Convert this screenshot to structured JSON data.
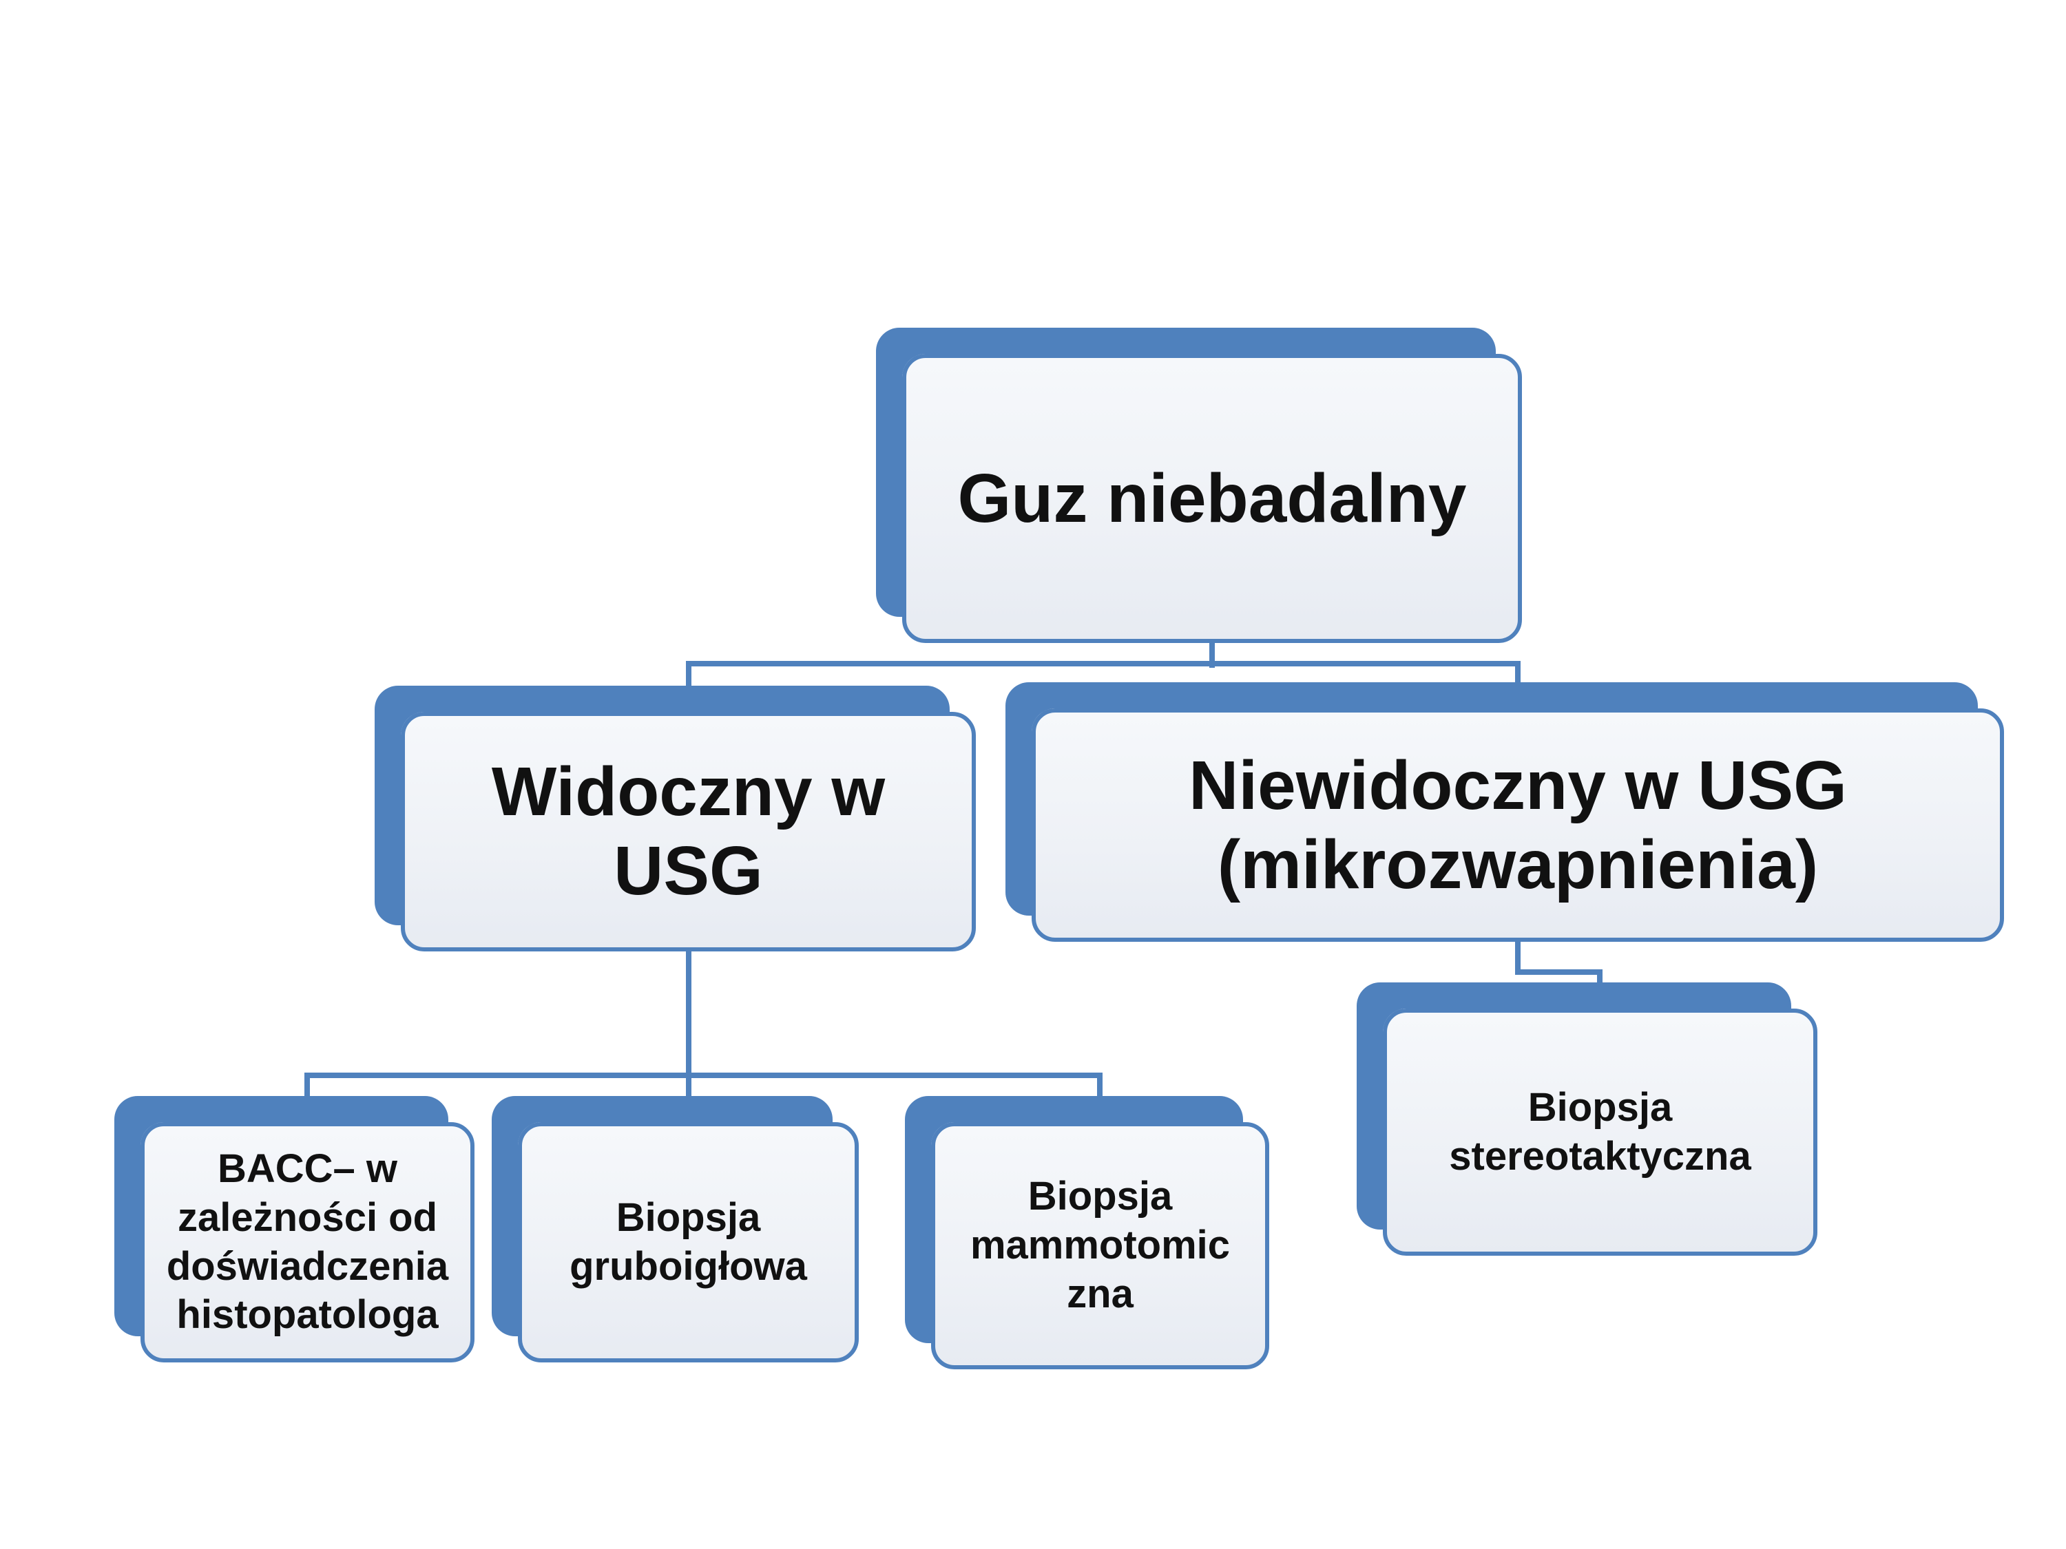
{
  "diagram": {
    "type": "flowchart",
    "language": "pl",
    "nodes": {
      "root": {
        "label": "Guz niebadalny"
      },
      "left": {
        "label": "Widoczny w USG"
      },
      "right": {
        "label": "Niewidoczny w USG (mikrozwapnienia)"
      },
      "bacc": {
        "label": "BACC– w zależności od doświadczenia histopatologa"
      },
      "grubo": {
        "label": "Biopsja gruboigłowa"
      },
      "mammo": {
        "label": "Biopsja mammotomiczna"
      },
      "stereo": {
        "label": "Biopsja stereotaktyczna"
      }
    },
    "edges": [
      [
        "root",
        "left"
      ],
      [
        "root",
        "right"
      ],
      [
        "left",
        "bacc"
      ],
      [
        "left",
        "grubo"
      ],
      [
        "left",
        "mammo"
      ],
      [
        "right",
        "stereo"
      ]
    ],
    "colors": {
      "accent": "#4f81bd",
      "fill": "#eef1f6",
      "text": "#111111"
    }
  }
}
